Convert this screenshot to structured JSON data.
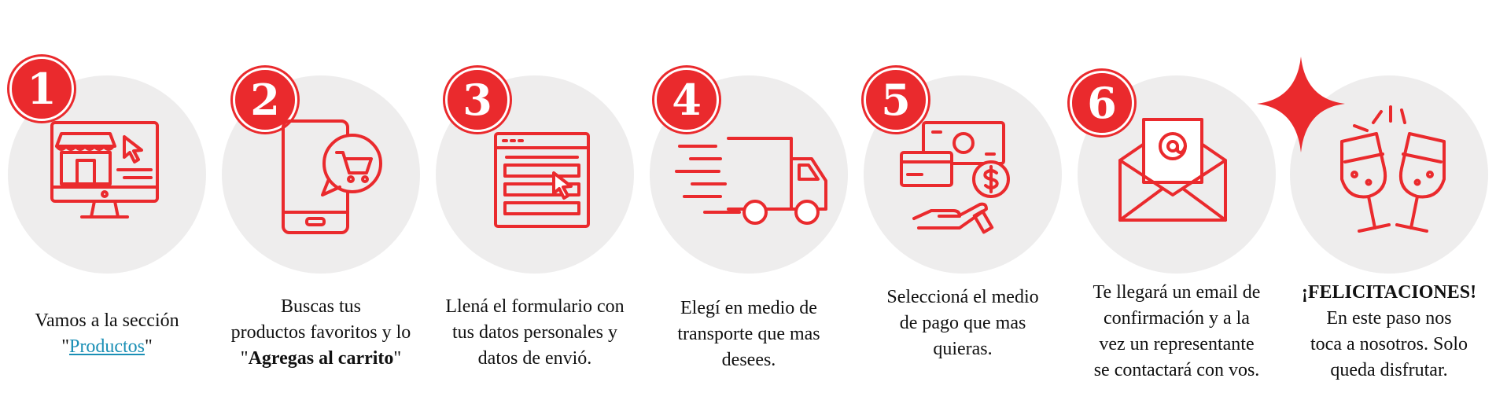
{
  "colors": {
    "accent": "#ea2a2d",
    "circle": "#eeeded",
    "link": "#1a8fb5"
  },
  "steps": [
    {
      "number": "1",
      "icon": "storefront-monitor-icon",
      "lines": [
        "Vamos a la sección"
      ],
      "quote_open": "\"",
      "link_text": "Productos",
      "quote_close": "\""
    },
    {
      "number": "2",
      "icon": "phone-cart-icon",
      "lines": [
        "Buscas tus",
        "productos favoritos y lo"
      ],
      "quote_open": "\"",
      "bold_text": "Agregas al carrito",
      "quote_close": "\""
    },
    {
      "number": "3",
      "icon": "form-cursor-icon",
      "lines": [
        "Llená el formulario con",
        "tus datos personales y",
        "datos de envió."
      ]
    },
    {
      "number": "4",
      "icon": "delivery-truck-icon",
      "lines": [
        "Elegí en medio de",
        "transporte que mas",
        "desees."
      ]
    },
    {
      "number": "5",
      "icon": "payment-icon",
      "lines": [
        "Seleccioná el medio",
        "de pago que mas",
        "quieras."
      ]
    },
    {
      "number": "6",
      "icon": "email-envelope-icon",
      "lines": [
        "Te llegará un email de",
        "confirmación y a la",
        "vez un representante",
        "se contactará con vos."
      ]
    },
    {
      "icon": "celebration-glasses-icon",
      "title": "¡FELICITACIONES!",
      "lines": [
        "En este paso nos",
        "toca a nosotros. Solo",
        "queda disfrutar."
      ]
    }
  ]
}
